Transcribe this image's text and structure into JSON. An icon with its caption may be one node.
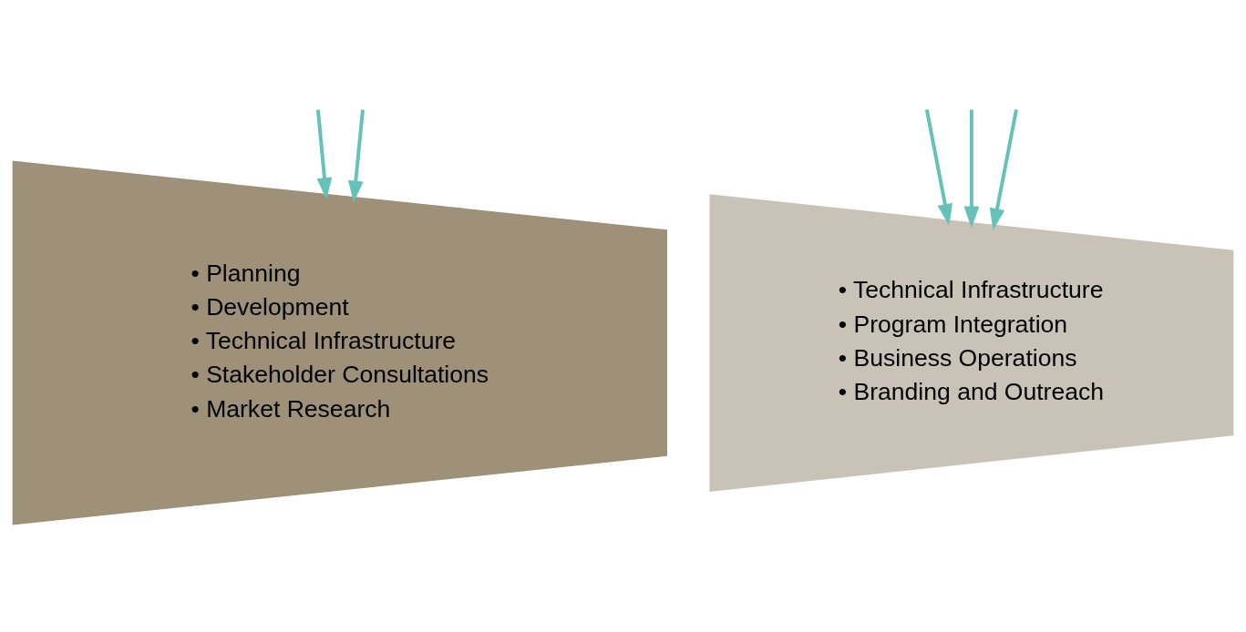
{
  "diagram": {
    "nodes": [
      {
        "text": [
          "• Planning",
          "• Development",
          "• Technical Infrastructure",
          "• Stakeholder Consultations",
          "• Market Research"
        ]
      },
      {
        "text": [
          "• Technical Infrastructure",
          "• Program Integration",
          "• Business Operations",
          "• Branding and Outreach"
        ]
      }
    ],
    "edges": [
      {
        "from": null,
        "to": 0,
        "arrow": "to",
        "color": "#66c2b8"
      },
      {
        "from": null,
        "to": 0,
        "arrow": "to",
        "color": "#66c2b8"
      },
      {
        "from": null,
        "to": 1,
        "arrow": "to",
        "color": "#66c2b8"
      },
      {
        "from": null,
        "to": 1,
        "arrow": "to",
        "color": "#66c2b8"
      },
      {
        "from": null,
        "to": 1,
        "arrow": "to",
        "color": "#66c2b8"
      }
    ]
  }
}
